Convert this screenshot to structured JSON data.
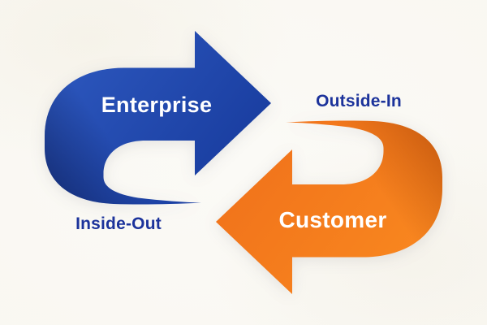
{
  "diagram": {
    "background_color": "#f9f7f1",
    "enterprise_arrow": {
      "label": "Enterprise",
      "direction": "right",
      "color": "#1d42a4",
      "color_light": "#2b55bb",
      "color_dark": "#123079",
      "text_color": "#ffffff"
    },
    "customer_arrow": {
      "label": "Customer",
      "direction": "left",
      "color": "#f57b1c",
      "color_light": "#f8861f",
      "color_dark": "#d9650f",
      "text_color": "#ffffff"
    },
    "outside_in_label": {
      "text": "Outside-In",
      "color": "#1c339b"
    },
    "inside_out_label": {
      "text": "Inside-Out",
      "color": "#1c339b"
    }
  }
}
